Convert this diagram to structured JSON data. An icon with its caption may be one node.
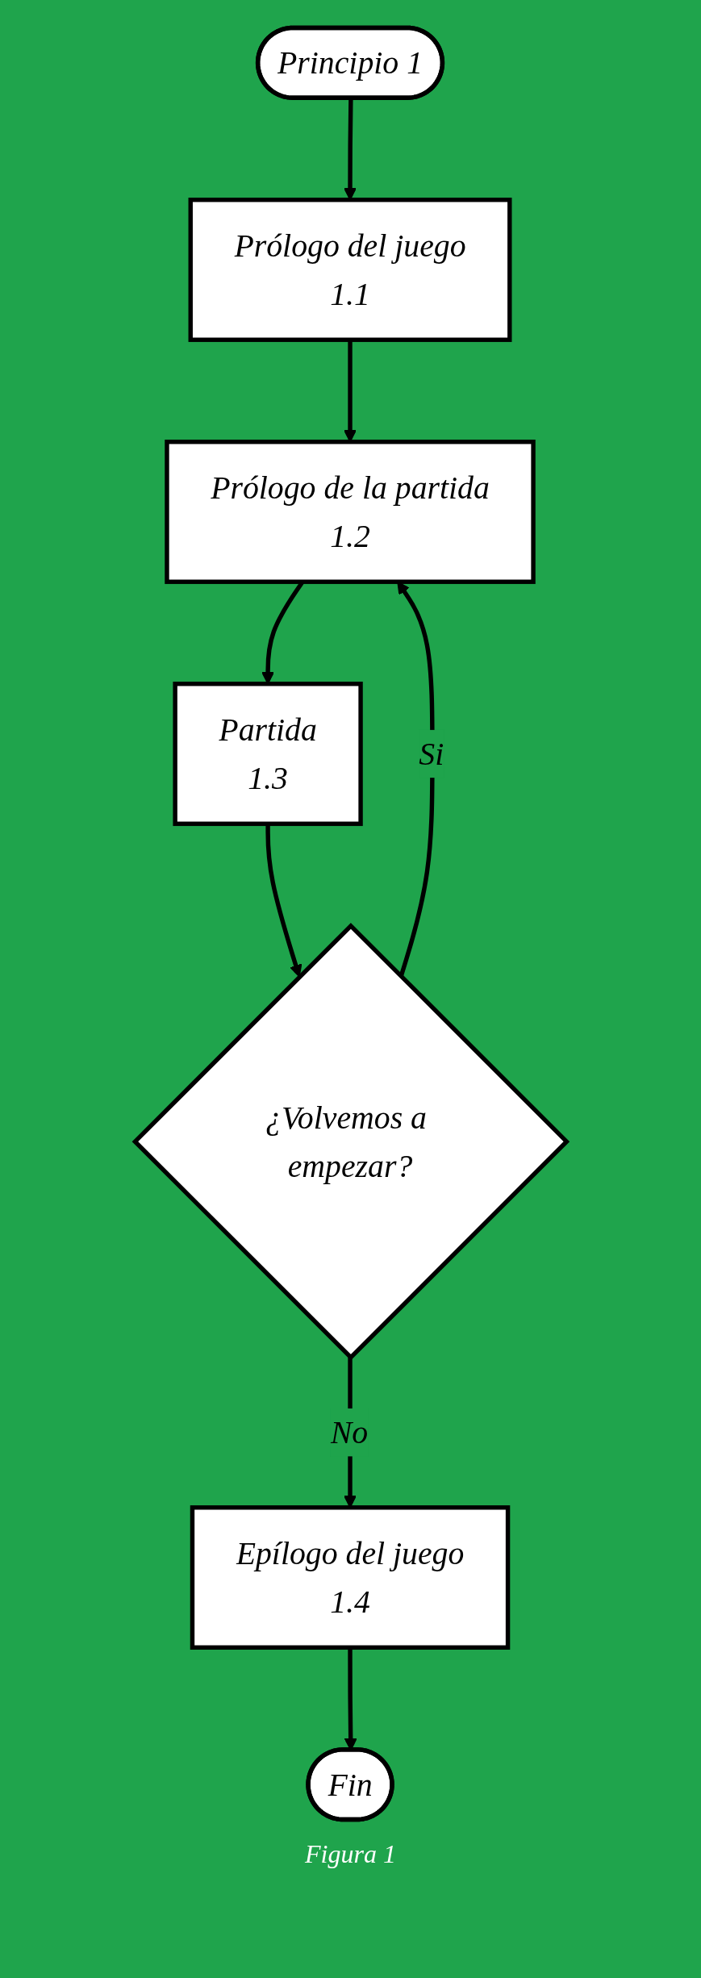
{
  "diagram": {
    "caption": "Figura 1",
    "nodes": [
      {
        "text": [
          "Principio 1"
        ]
      },
      {
        "text": [
          "Prólogo del juego",
          "1.1"
        ]
      },
      {
        "text": [
          "Prólogo de la partida",
          "1.2"
        ]
      },
      {
        "text": [
          "Partida",
          "1.3"
        ]
      },
      {
        "text": [
          "¿Volvemos a empezar?"
        ]
      },
      {
        "text": [
          "Epílogo del juego",
          "1.4"
        ]
      },
      {
        "text": [
          "Fin"
        ]
      }
    ],
    "edges": [
      {
        "from": 0,
        "to": 1,
        "arrow": "to"
      },
      {
        "from": 1,
        "to": 2,
        "arrow": "to"
      },
      {
        "from": 2,
        "to": 3,
        "arrow": "to"
      },
      {
        "from": 3,
        "to": 4,
        "arrow": "to"
      },
      {
        "from": 4,
        "to": 2,
        "arrow": "to",
        "label": "Si"
      },
      {
        "from": 4,
        "to": 5,
        "arrow": "to",
        "label": "No"
      },
      {
        "from": 5,
        "to": 6,
        "arrow": "to"
      }
    ]
  }
}
